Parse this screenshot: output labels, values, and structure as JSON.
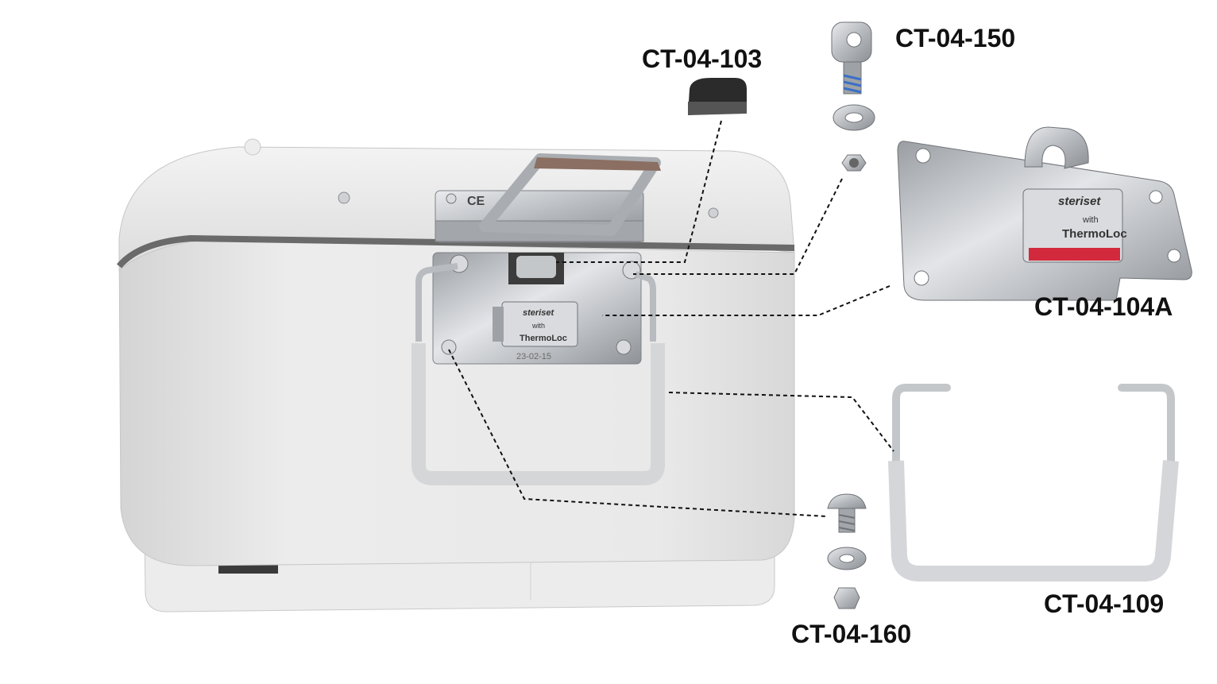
{
  "labels": {
    "ct_04_103": "CT-04-103",
    "ct_04_150": "CT-04-150",
    "ct_04_104a": "CT-04-104A",
    "ct_04_109": "CT-04-109",
    "ct_04_160": "CT-04-160"
  },
  "plate": {
    "brand": "steriset",
    "with": "with",
    "product": "ThermoLoc",
    "date_code": "23-02-15"
  },
  "colors": {
    "container_body": "#e8e8e8",
    "container_shade": "#cfcfcf",
    "steel": "#b9bcc0",
    "steel_dark": "#7d8186",
    "rubber": "#2a2a2a",
    "indicator": "#d22a3c",
    "leader_line": "#111111"
  }
}
